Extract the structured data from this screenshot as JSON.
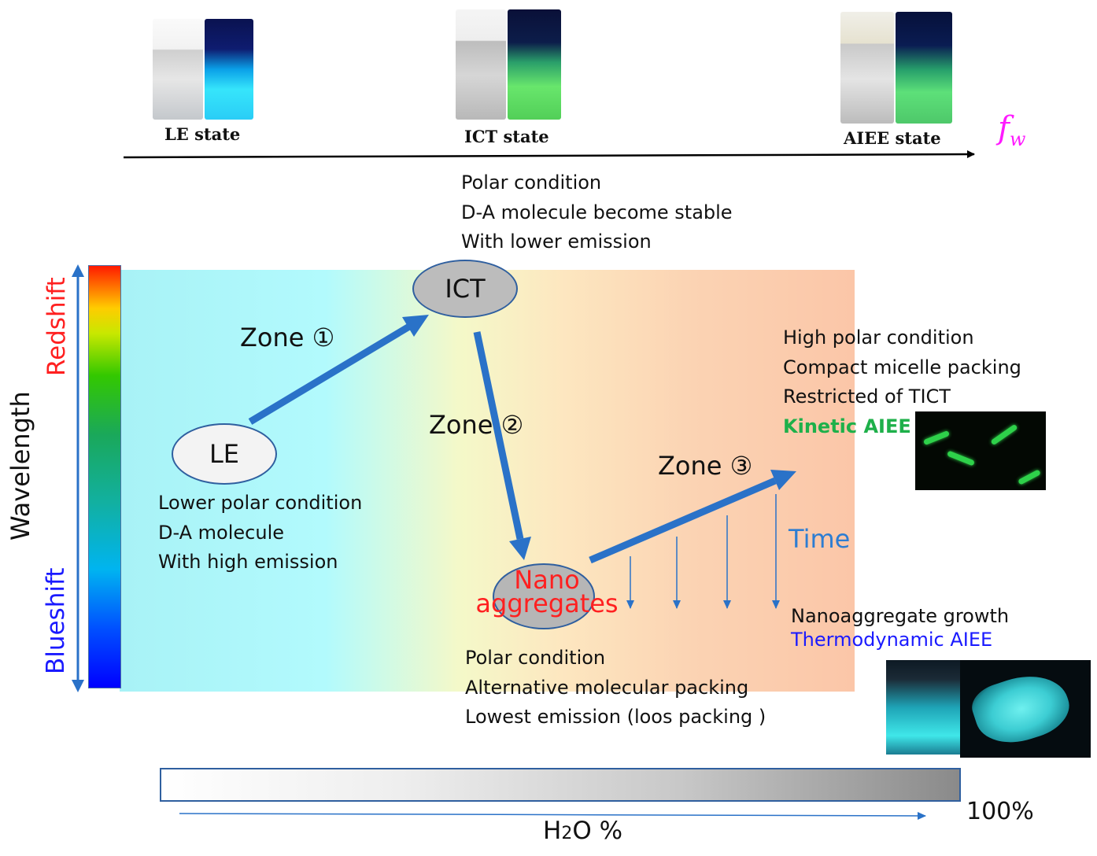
{
  "photo_labels": {
    "le": "LE state",
    "ict": "ICT state",
    "aiee": "AIEE state"
  },
  "fw_label": {
    "f": "f",
    "w": "w"
  },
  "y_axis": {
    "title": "Wavelength",
    "top": "Redshift",
    "bottom": "Blueshift"
  },
  "nodes": {
    "le": "LE",
    "ict": "ICT",
    "nano_line1": "Nano",
    "nano_line2": "aggregates"
  },
  "zones": {
    "z1": "Zone ①",
    "z2": "Zone ②",
    "z3": "Zone ③"
  },
  "ict_text": [
    "Polar condition",
    "D-A molecule become stable",
    "With lower emission"
  ],
  "le_text": [
    "Lower polar condition",
    "D-A molecule",
    "With high emission"
  ],
  "nano_text": [
    "Polar condition",
    "Alternative molecular packing",
    "Lowest emission (loos packing )"
  ],
  "kinetic_text": [
    "High polar condition",
    "Compact micelle packing",
    "Restricted of TICT"
  ],
  "kinetic_label": "Kinetic AIEE",
  "time_label": "Time",
  "thermo_text": "Nanoaggregate growth",
  "thermo_label": "Thermodynamic AIEE",
  "bottom_axis": {
    "end_label": "100%",
    "title_a": "H",
    "title_sub": "2",
    "title_b": "O %"
  },
  "colors": {
    "arrow_blue": "#2a72c8",
    "red": "#ff2020",
    "green": "#1eb04a",
    "thermo_blue": "#1a1aff",
    "time_blue": "#2d7dd2",
    "magenta": "#ff1aff"
  }
}
